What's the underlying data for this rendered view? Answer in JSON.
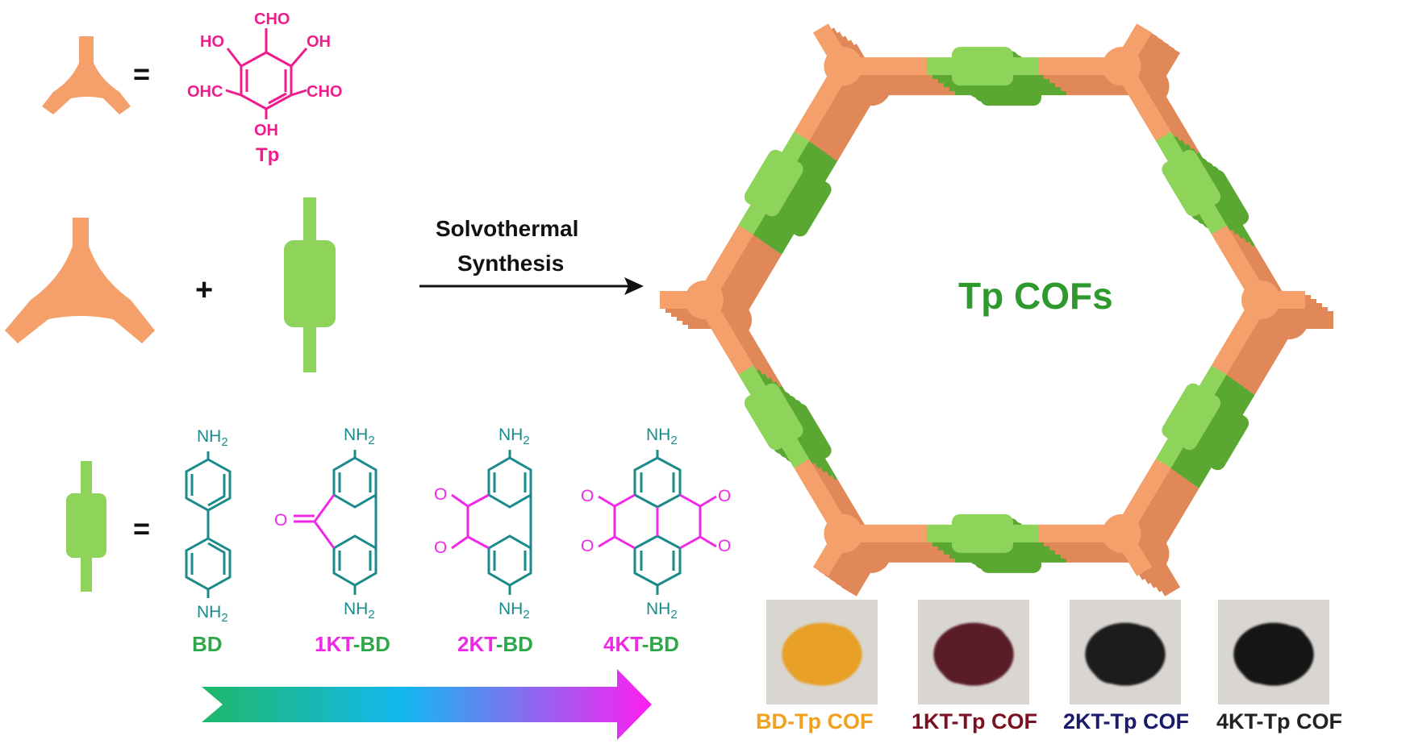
{
  "colors": {
    "node": "#f5a06a",
    "linker": "#8fd45a",
    "linker_dark": "#5aa832",
    "tp_chem": "#ee1c8c",
    "bd_chem": "#1a8a8a",
    "kt_chem": "#ee2ae6",
    "cof_title": "#2e9a2e",
    "bd_label": "#2ea84a",
    "bd_tp_label": "#f2a020",
    "kt1_label": "#7a1020",
    "kt2_label": "#1a1a6a",
    "kt4_label": "#222222"
  },
  "tp": {
    "cho": "CHO",
    "oh": "OH",
    "ho": "HO",
    "ohc": "OHC",
    "label": "Tp"
  },
  "equals": "=",
  "plus": "+",
  "reaction": {
    "line1": "Solvothermal",
    "line2": "Synthesis"
  },
  "amine": {
    "nh": "NH",
    "sub": "2",
    "oxygen": "O"
  },
  "linkers": {
    "bd": "BD",
    "kt1_prefix": "1KT",
    "kt2_prefix": "2KT",
    "kt4_prefix": "4KT",
    "suffix": "-BD"
  },
  "cof_title": "Tp COFs",
  "photos": [
    {
      "label": "BD-Tp COF",
      "powder": "#e8a028"
    },
    {
      "label": "1KT-Tp COF",
      "powder": "#5a1a28"
    },
    {
      "label": "2KT-Tp COF",
      "powder": "#1c1c1e"
    },
    {
      "label": "4KT-Tp COF",
      "powder": "#141414"
    }
  ]
}
